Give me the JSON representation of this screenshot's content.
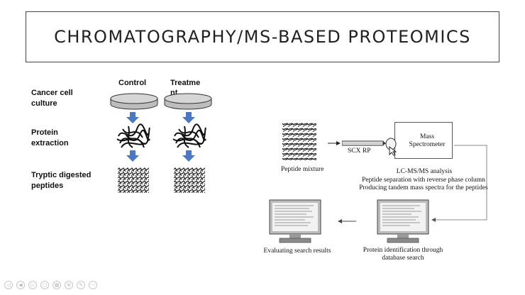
{
  "title": "CHROMATOGRAPHY/MS-BASED PROTEOMICS",
  "left_panel": {
    "columns": [
      "Control",
      "Treatment"
    ],
    "rows": [
      "Cancer cell culture",
      "Protein extraction",
      "Tryptic digested peptides"
    ]
  },
  "right_panel": {
    "peptide_mixture": "Peptide mixture",
    "column_label": "SCX  RP",
    "mass_spec": "Mass Spectrometer",
    "lcms_title": "LC-MS/MS analysis",
    "lcms_line1": "Peptide separation with reverse phase column",
    "lcms_line2": "Producing tandem mass spectra for the peptides",
    "protein_id": "Protein identification through database search",
    "evaluating": "Evaluating search results"
  },
  "nav_icons": [
    "prev-icon",
    "back-icon",
    "next-icon",
    "copy-icon",
    "slides-icon",
    "zoom-icon",
    "pen-icon",
    "more-icon"
  ]
}
